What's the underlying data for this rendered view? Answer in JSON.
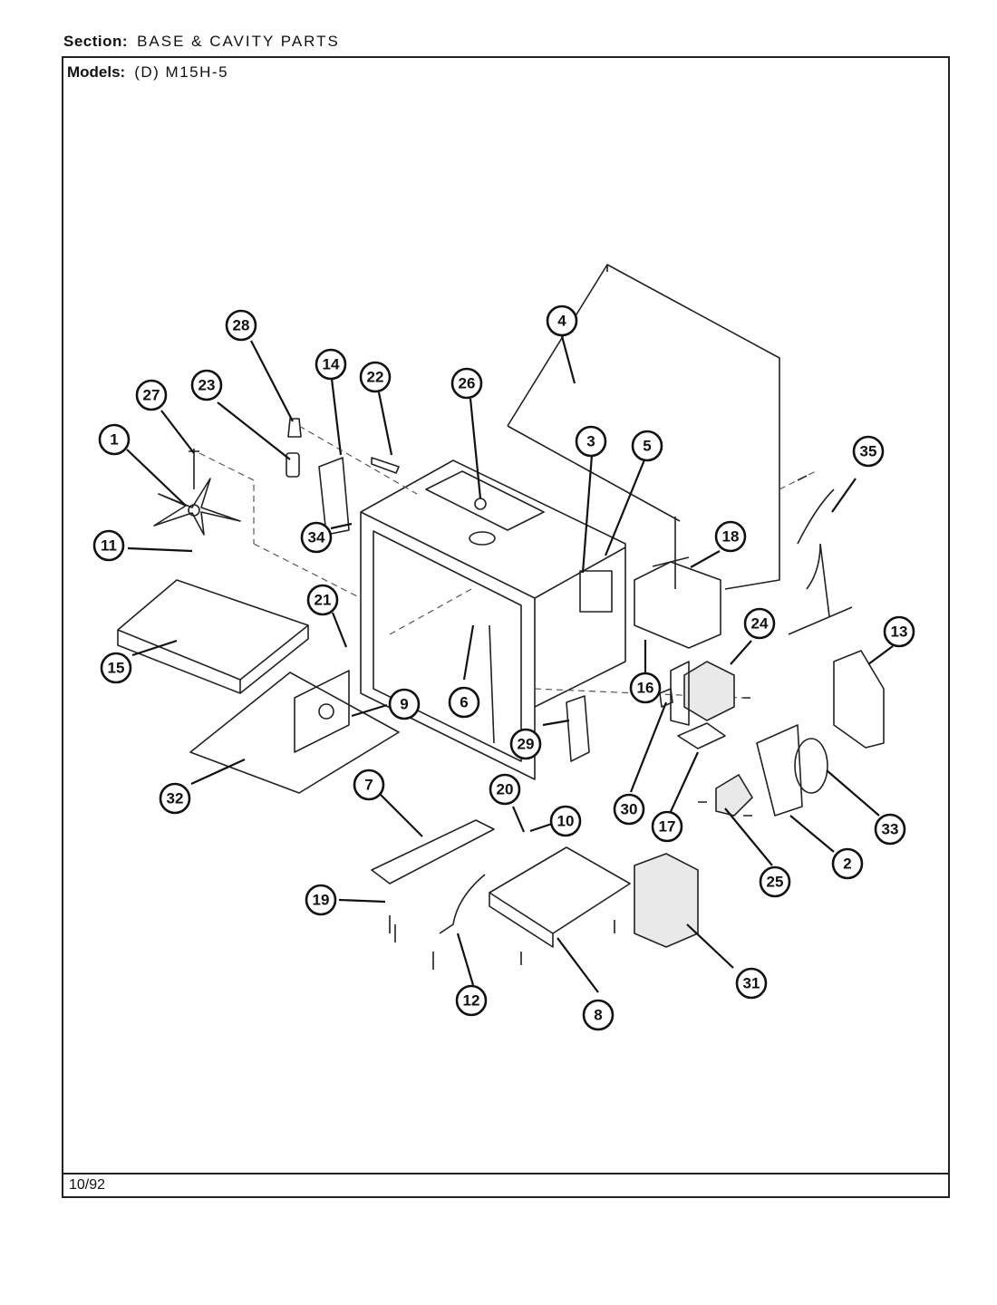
{
  "header": {
    "section_label": "Section:",
    "section_value": "BASE & CAVITY PARTS",
    "models_label": "Models:",
    "models_value": "(D) M15H-5"
  },
  "footer": {
    "date": "10/92"
  },
  "callouts": [
    "1",
    "2",
    "3",
    "4",
    "5",
    "6",
    "7",
    "8",
    "9",
    "10",
    "11",
    "12",
    "13",
    "14",
    "15",
    "16",
    "17",
    "18",
    "19",
    "20",
    "21",
    "22",
    "23",
    "24",
    "25",
    "26",
    "27",
    "28",
    "29",
    "30",
    "31",
    "32",
    "33",
    "34",
    "35"
  ]
}
